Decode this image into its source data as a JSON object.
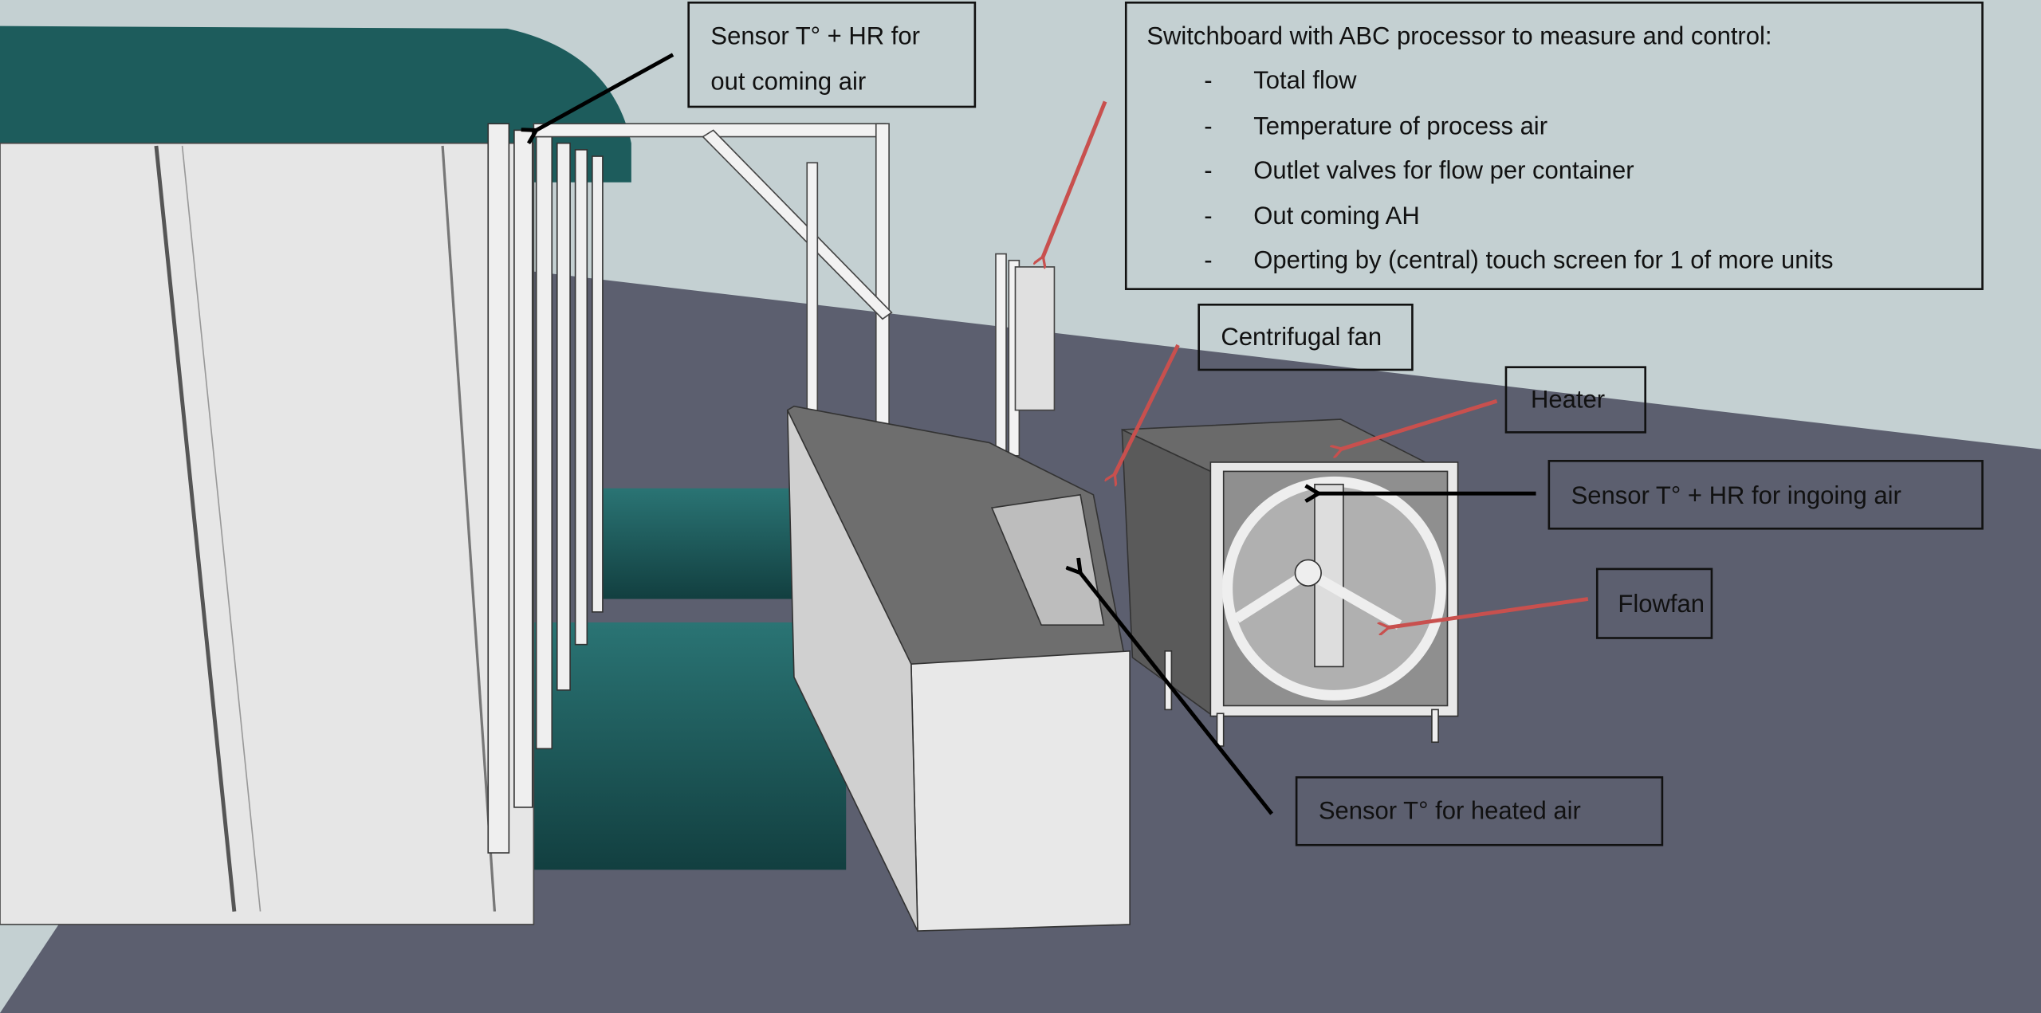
{
  "labels": {
    "sensor_out": {
      "line1": "Sensor T° + HR  for",
      "line2": "out coming air"
    },
    "switchboard": {
      "title": "Switchboard with ABC processor to measure and control:",
      "bullet": "-",
      "items": [
        "Total flow",
        "Temperature of process air",
        "Outlet valves for flow per container",
        "Out coming AH",
        "Operting by (central) touch screen for 1 of more units"
      ]
    },
    "centrifugal_fan": "Centrifugal fan",
    "heater": "Heater",
    "sensor_in": "Sensor T° + HR for ingoing air",
    "flowfan": "Flowfan",
    "sensor_heated": "Sensor T° for heated air"
  },
  "colors": {
    "sky": "#c4d0d2",
    "floor": "#5c5f6f",
    "teal": "#1f5e5e",
    "red_arrow": "#c8504e",
    "black_arrow": "#000000"
  }
}
